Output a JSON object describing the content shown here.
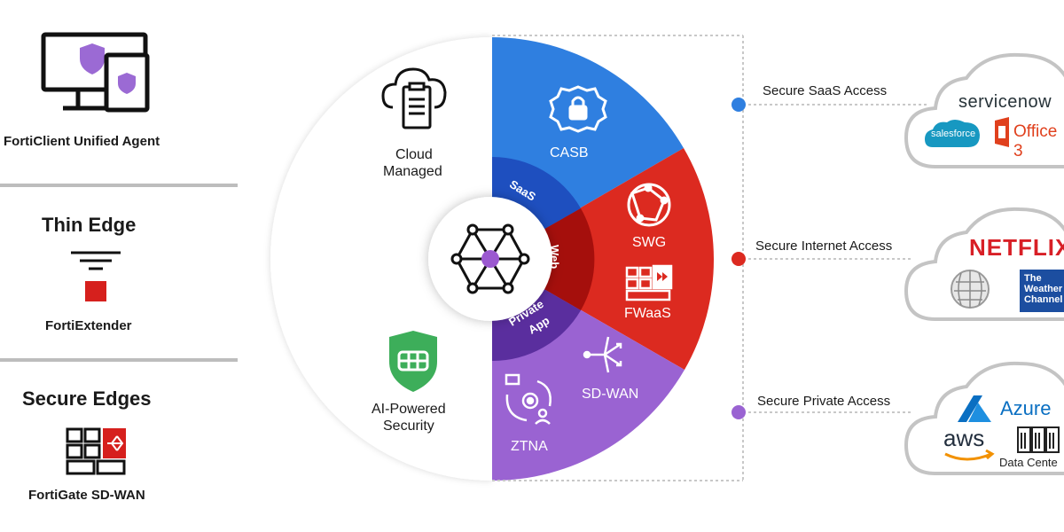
{
  "left_panel": {
    "unified_agent_label": "FortiClient Unified Agent",
    "thin_edge_title": "Thin Edge",
    "extender_label": "FortiExtender",
    "secure_edges_title": "Secure Edges",
    "fortigate_label": "FortiGate SD-WAN"
  },
  "wheel": {
    "cloud_managed_line1": "Cloud",
    "cloud_managed_line2": "Managed",
    "ai_security_line1": "AI-Powered",
    "ai_security_line2": "Security",
    "ring_saas": "SaaS",
    "ring_web": "Web",
    "ring_private_line1": "Private",
    "ring_private_line2": "App",
    "casb": "CASB",
    "swg": "SWG",
    "fwaas": "FWaaS",
    "sdwan": "SD-WAN",
    "ztna": "ZTNA"
  },
  "access": {
    "saas": "Secure SaaS Access",
    "internet": "Secure Internet Access",
    "private": "Secure Private Access"
  },
  "clouds": {
    "saas": {
      "servicenow": "servicenow",
      "salesforce": "salesforce",
      "office": "Office 3"
    },
    "internet": {
      "netflix": "NETFLIX",
      "weather_line1": "The",
      "weather_line2": "Weather",
      "weather_line3": "Channel"
    },
    "private": {
      "azure": "Azure",
      "aws": "aws",
      "datacenter": "Data Cente"
    }
  },
  "colors": {
    "blue": "#2f7fe0",
    "blue_dark": "#1e4fbf",
    "red": "#dc2a20",
    "red_dark": "#a50f0c",
    "purple": "#9a63d2",
    "purple_dark": "#5a2e9e",
    "center_dot": "#9b59d0",
    "green": "#3dae5a"
  },
  "icons": [
    "monitor-tablet-icon",
    "extender-icon",
    "fortigate-icon",
    "cloud-clipboard-icon",
    "shield-icon",
    "hub-icon",
    "lock-gear-icon",
    "globe-icon",
    "firewall-icon",
    "network-branch-icon",
    "ztna-icon",
    "wikipedia-icon",
    "datacenter-icon"
  ]
}
